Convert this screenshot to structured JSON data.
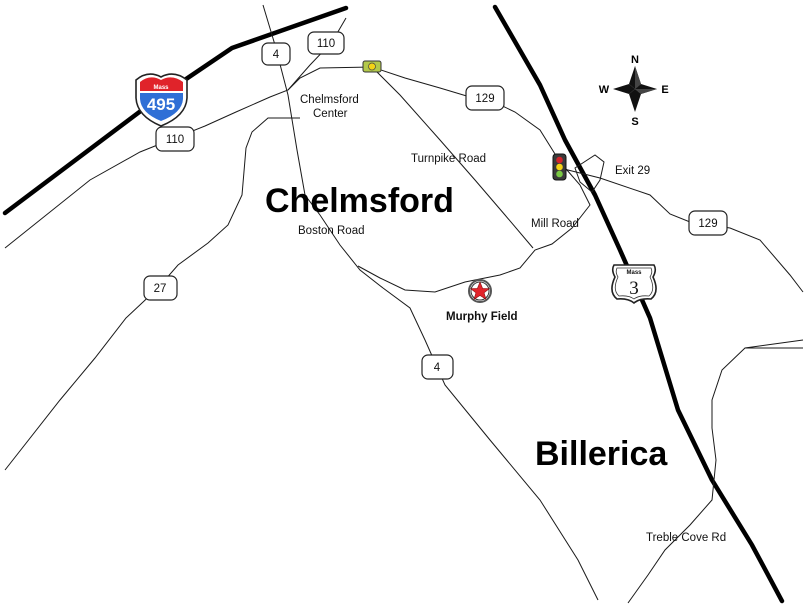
{
  "towns": {
    "chelmsford": "Chelmsford",
    "billerica": "Billerica"
  },
  "places": {
    "chelmsford_center_line1": "Chelmsford",
    "chelmsford_center_line2": "Center",
    "murphy_field": "Murphy Field",
    "exit_29": "Exit 29"
  },
  "roads": {
    "turnpike_road": "Turnpike Road",
    "mill_road": "Mill Road",
    "boston_road": "Boston Road",
    "treble_cove_rd": "Treble Cove Rd"
  },
  "route_shields": {
    "r4_north": "4",
    "r110_north": "110",
    "r110_west": "110",
    "r129_north": "129",
    "r129_east": "129",
    "r27": "27",
    "r4_south": "4"
  },
  "interstate": {
    "state": "Mass",
    "number": "495",
    "color_top": "#e0232a",
    "color_bottom": "#2f6fd6"
  },
  "state_route": {
    "state": "Mass",
    "number": "3"
  },
  "compass": {
    "n": "N",
    "s": "S",
    "e": "E",
    "w": "W"
  },
  "colors": {
    "marker_red": "#e3242b",
    "signal_green": "#7ac943",
    "signal_yellow": "#f4d315",
    "signal_red": "#d2232a"
  }
}
